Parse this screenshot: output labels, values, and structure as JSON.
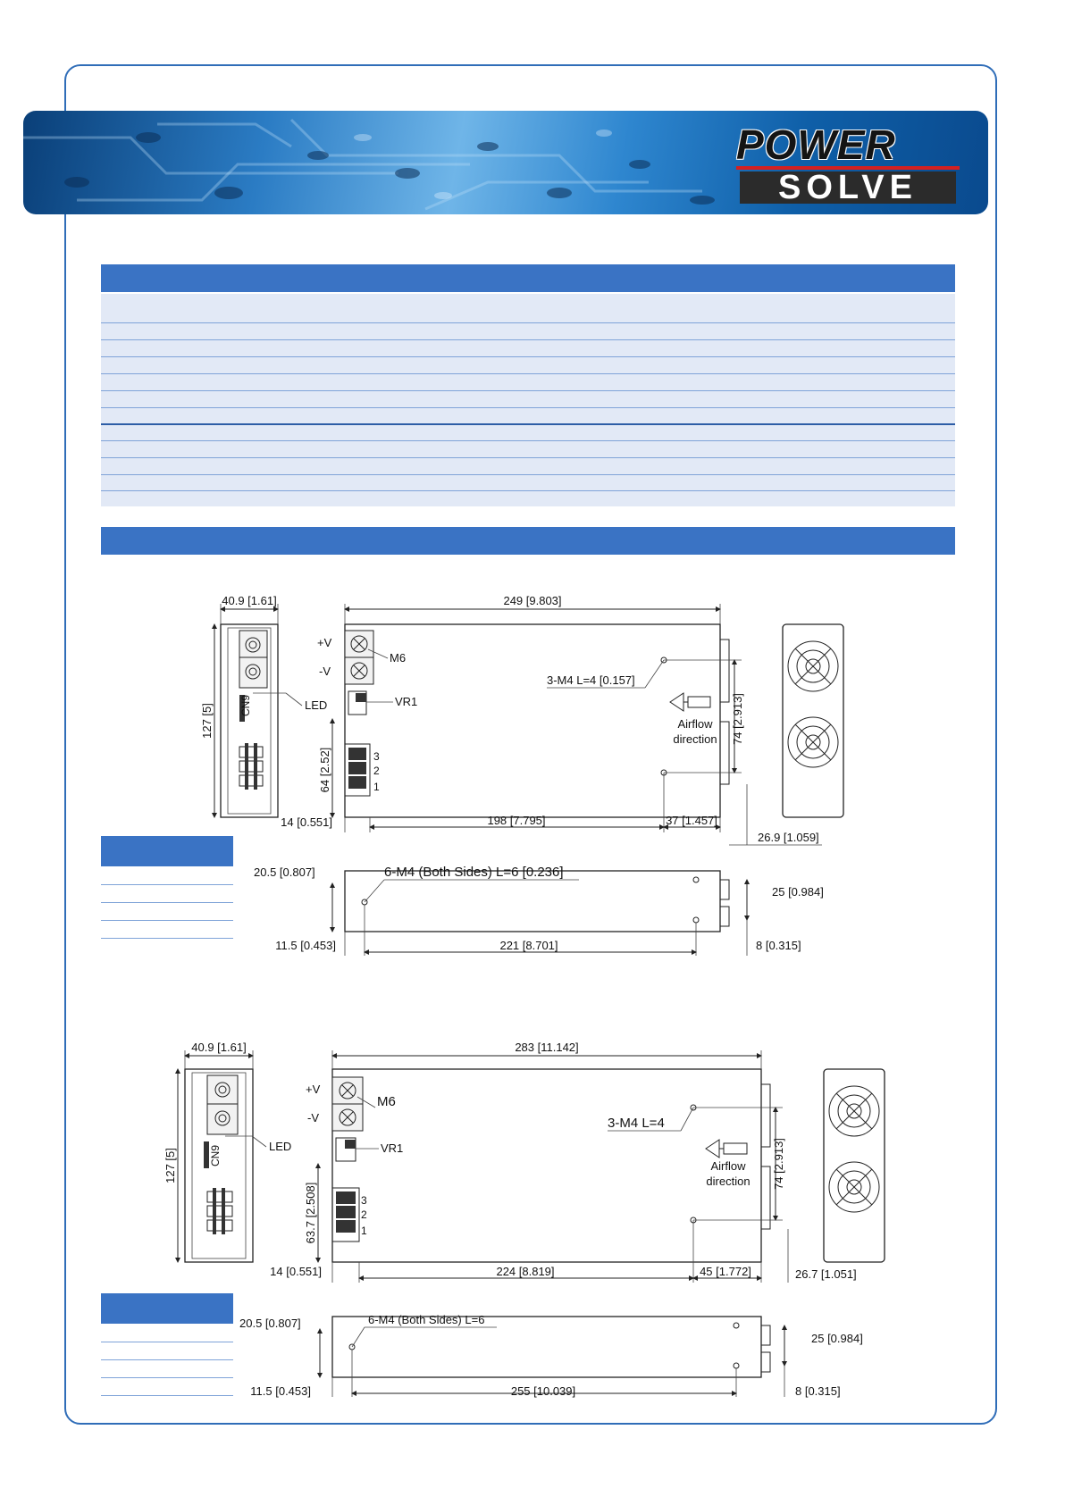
{
  "brand": {
    "line1": "POWER",
    "line2": "SOLVE"
  },
  "colors": {
    "frame": "#2f6db8",
    "section_bar": "#3a73c4",
    "table_row": "#e2e9f6",
    "logo_red": "#d42020"
  },
  "drawing1": {
    "width_side": "40.9 [1.61]",
    "height_side": "127 [5]",
    "length": "249 [9.803]",
    "plus_v": "+V",
    "minus_v": "-V",
    "m6": "M6",
    "led": "LED",
    "vr1": "VR1",
    "cn9": "CN9",
    "mount_holes": "3-M4 L=4 [0.157]",
    "airflow": [
      "Airflow",
      "direction"
    ],
    "dim_64": "64 [2.52]",
    "dim_74": "74 [2.913]",
    "dim_14": "14 [0.551]",
    "dim_198": "198 [7.795]",
    "dim_37": "37 [1.457]",
    "dim_26_9": "26.9 [1.059]",
    "term_1": "1",
    "term_2": "2",
    "term_3": "3",
    "side_holes": "6-M4 (Both Sides) L=6 [0.236]",
    "dim_20_5": "20.5 [0.807]",
    "dim_11_5": "11.5 [0.453]",
    "dim_221": "221 [8.701]",
    "dim_25": "25 [0.984]",
    "dim_8": "8 [0.315]"
  },
  "drawing2": {
    "width_side": "40.9 [1.61]",
    "height_side": "127 [5]",
    "length": "283 [11.142]",
    "plus_v": "+V",
    "minus_v": "-V",
    "m6": "M6",
    "led": "LED",
    "vr1": "VR1",
    "cn9": "CN9",
    "mount_holes": "3-M4 L=4",
    "airflow": [
      "Airflow",
      "direction"
    ],
    "dim_63_7": "63.7 [2.508]",
    "dim_74": "74 [2.913]",
    "dim_14": "14 [0.551]",
    "dim_224": "224 [8.819]",
    "dim_45": "45 [1.772]",
    "dim_26_7": "26.7 [1.051]",
    "term_1": "1",
    "term_2": "2",
    "term_3": "3",
    "side_holes": "6-M4 (Both Sides) L=6",
    "dim_20_5": "20.5 [0.807]",
    "dim_11_5": "11.5 [0.453]",
    "dim_255": "255 [10.039]",
    "dim_25": "25 [0.984]",
    "dim_8": "8 [0.315]"
  }
}
